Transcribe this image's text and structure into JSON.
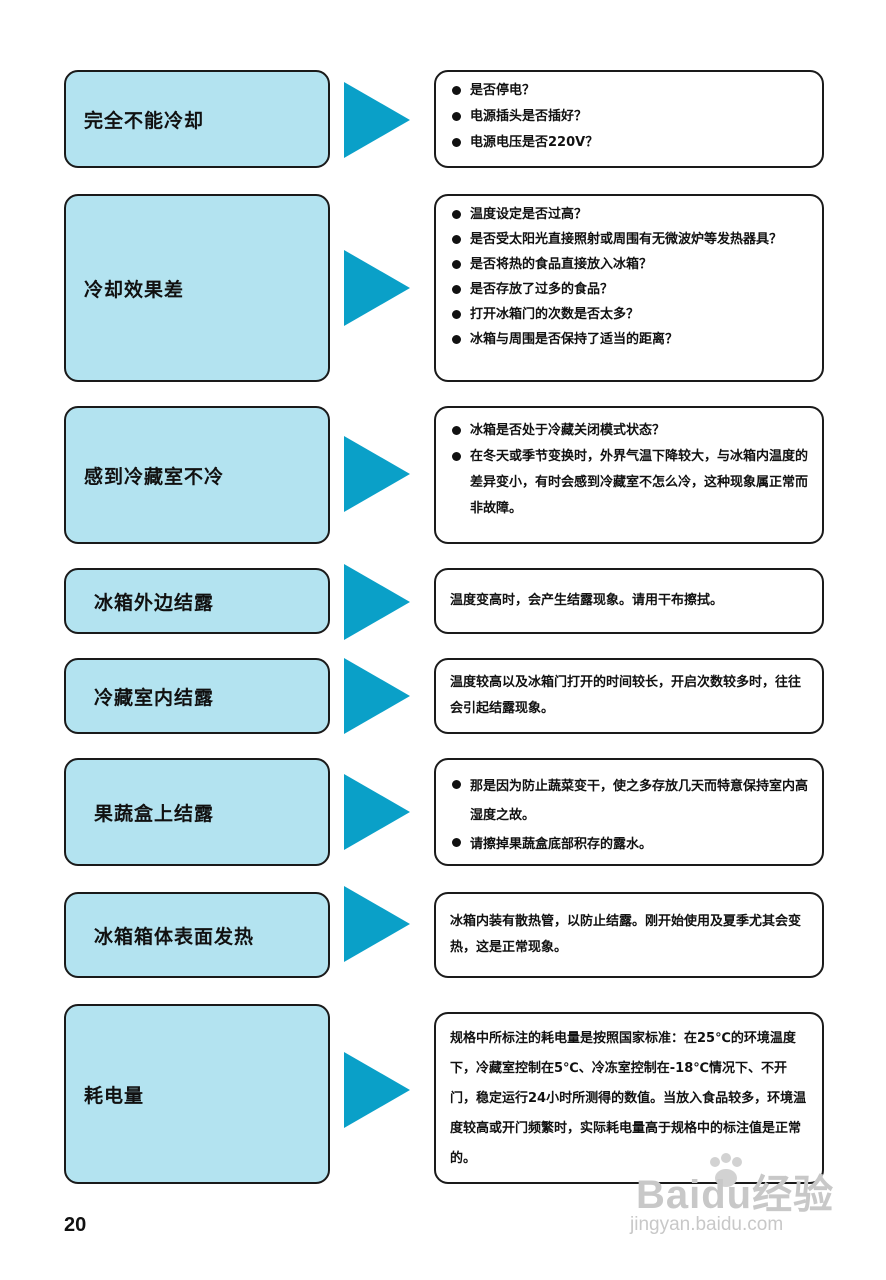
{
  "items": [
    {
      "problem": "完全不能冷却",
      "checks": [
        "是否停电？",
        "电源插头是否插好？",
        "电源电压是否220V？"
      ]
    },
    {
      "problem": "冷却效果差",
      "checks": [
        "温度设定是否过高？",
        "是否受太阳光直接照射或周围有无微波炉等发热器具？",
        "是否将热的食品直接放入冰箱？",
        "是否存放了过多的食品？",
        "打开冰箱门的次数是否太多？",
        "冰箱与周围是否保持了适当的距离？"
      ]
    },
    {
      "problem": "感到冷藏室不冷",
      "checks": [
        "冰箱是否处于冷藏关闭模式状态？",
        "在冬天或季节变换时，外界气温下降较大，与冰箱内温度的差异变小，有时会感到冷藏室不怎么冷，这种现象属正常而非故障。"
      ]
    },
    {
      "problem": "冰箱外边结露",
      "text": "温度变高时，会产生结露现象。请用干布擦拭。"
    },
    {
      "problem": "冷藏室内结露",
      "text": "温度较高以及冰箱门打开的时间较长，开启次数较多时，往往会引起结露现象。"
    },
    {
      "problem": "果蔬盒上结露",
      "checks": [
        "那是因为防止蔬菜变干，使之多存放几天而特意保持室内高湿度之故。",
        "请擦掉果蔬盒底部积存的露水。"
      ]
    },
    {
      "problem": "冰箱箱体表面发热",
      "text": "冰箱内装有散热管，以防止结露。刚开始使用及夏季尤其会变热，这是正常现象。"
    },
    {
      "problem": "耗电量",
      "text": "规格中所标注的耗电量是按照国家标准：在25℃的环境温度下，冷藏室控制在5℃、冷冻室控制在-18℃情况下、不开门，稳定运行24小时所测得的数值。当放入食品较多，环境温度较高或开门频繁时，实际耗电量高于规格中的标注值是正常的。"
    }
  ],
  "page_number": "20",
  "watermark": {
    "logo": "Baidu经验",
    "url": "jingyan.baidu.com"
  },
  "colors": {
    "problem_fill": "#b3e3f0",
    "arrow": "#0aa0c8"
  }
}
